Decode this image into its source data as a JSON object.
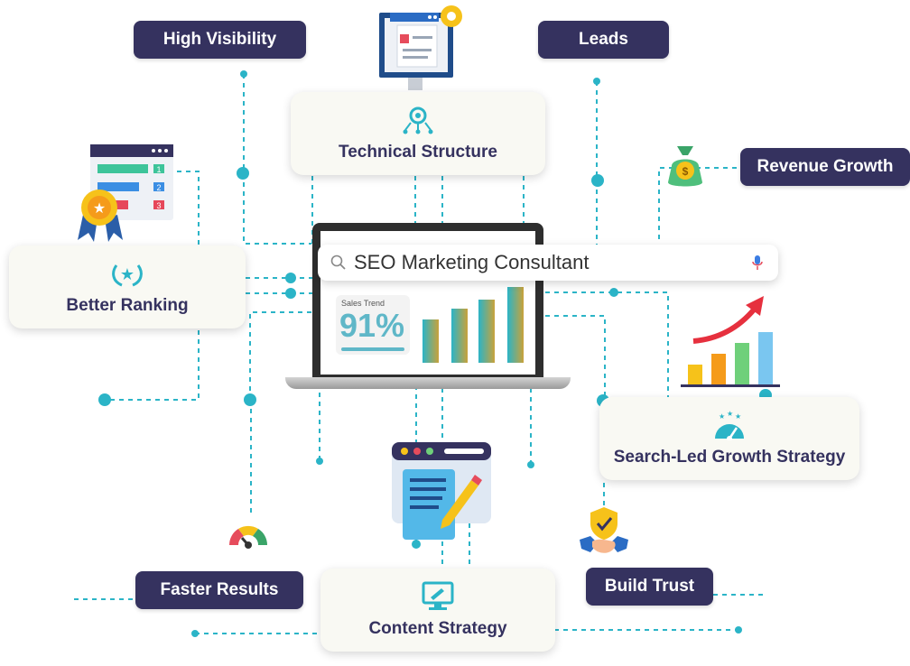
{
  "search": {
    "query": "SEO Marketing Consultant"
  },
  "trend": {
    "title": "Sales Trend",
    "value": "91%"
  },
  "labels": {
    "high_visibility": "High Visibility",
    "leads": "Leads",
    "revenue_growth": "Revenue Growth",
    "faster_results": "Faster Results",
    "build_trust": "Build Trust"
  },
  "cards": {
    "technical_structure": "Technical Structure",
    "better_ranking": "Better Ranking",
    "search_led_growth": "Search-Led Growth Strategy",
    "content_strategy": "Content Strategy"
  },
  "ranking_list": [
    "1",
    "2",
    "3"
  ],
  "colors": {
    "pill": "#35325f",
    "accent": "#2bb4c7",
    "card": "#f9f9f3"
  }
}
